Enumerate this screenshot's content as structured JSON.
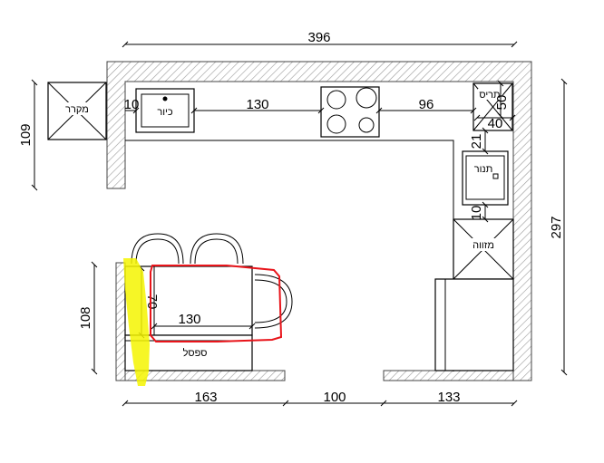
{
  "dimensions": {
    "top_width": "396",
    "right_height": "297",
    "left_height": "109",
    "island_height": "108",
    "bottom_left": "163",
    "bottom_middle": "100",
    "bottom_right": "133",
    "sink_gap": "10",
    "counter_130": "130",
    "counter_96": "96",
    "fridge_50": "50",
    "fridge_40": "40",
    "oven_21": "21",
    "oven_10": "10",
    "island_130": "130",
    "island_70": "70"
  },
  "labels": {
    "freezer": "מקרר",
    "sink_left": "כיור",
    "fridge_box": "תריס",
    "oven": "תנור",
    "pantry": "מזווה",
    "bench": "ספסל"
  },
  "annotations": {
    "red_outline_color": "#e8141a",
    "yellow_highlight_color": "#f4f400"
  }
}
